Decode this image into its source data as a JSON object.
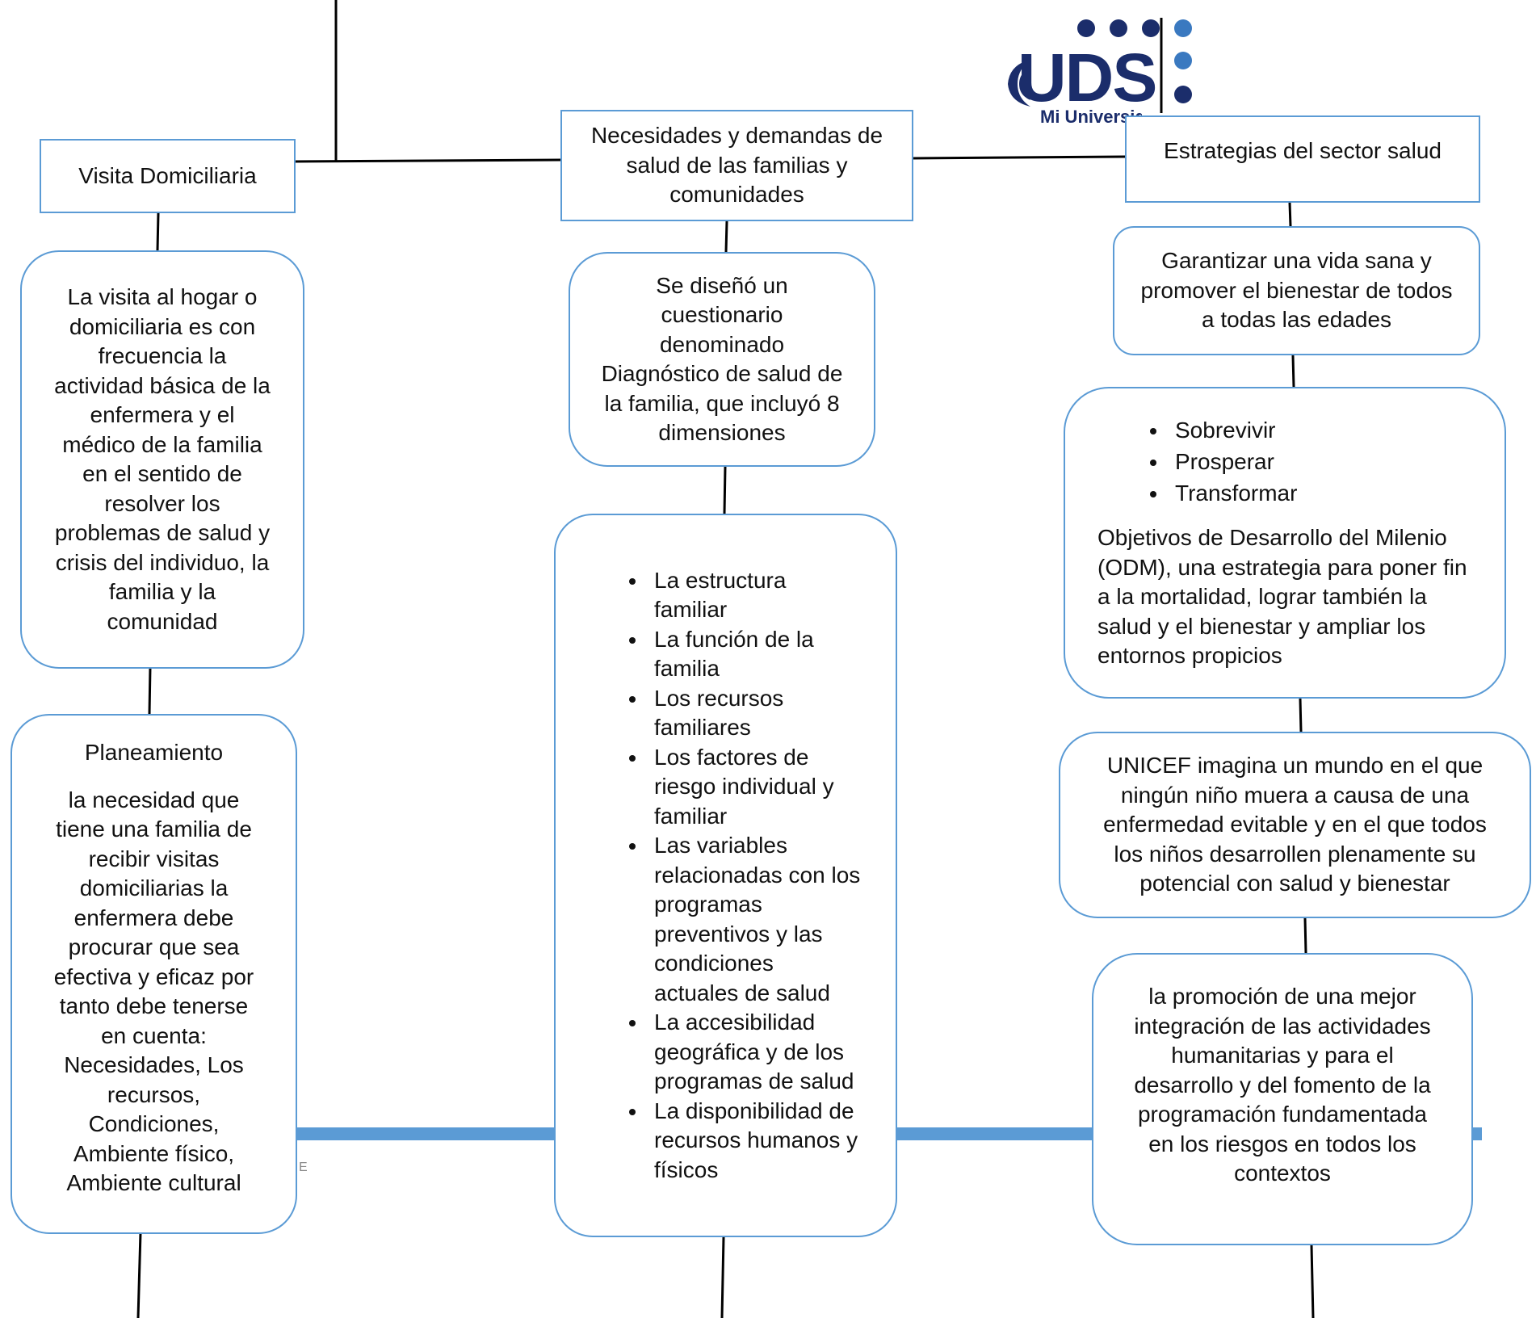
{
  "logo": {
    "word": "UDS",
    "tagline": "Mi Universidad",
    "colors": {
      "dark": "#1b2d6b",
      "light": "#3a79c0"
    }
  },
  "colors": {
    "border": "#5b9bd5",
    "line": "#000000",
    "bar": "#5b9bd5"
  },
  "stray_mark": "E",
  "left": {
    "header": "Visita Domiciliaria",
    "description": "La visita al hogar o domiciliaria es con frecuencia la actividad básica de la enfermera y el médico de la familia en el sentido de resolver los problemas de salud y crisis del individuo, la familia y la comunidad",
    "planning_title": "Planeamiento",
    "planning_text": "la necesidad que tiene una familia de recibir visitas domiciliarias la enfermera debe procurar que sea efectiva y eficaz por tanto debe tenerse en cuenta: Necesidades, Los recursos, Condiciones, Ambiente físico, Ambiente cultural"
  },
  "center": {
    "header": "Necesidades y demandas de salud de las familias y comunidades",
    "description": "Se diseñó un cuestionario denominado Diagnóstico de salud de la familia, que incluyó 8 dimensiones",
    "dimensions": [
      "La estructura familiar",
      "La función de la familia",
      "Los recursos familiares",
      "Los factores de riesgo individual y familiar",
      "Las variables relacionadas con los programas preventivos y las condiciones actuales de salud",
      "La accesibilidad geográfica y de los programas de salud",
      "La disponibilidad de recursos humanos y físicos"
    ]
  },
  "right": {
    "header": "Estrategias del sector salud",
    "goal": "Garantizar una vida sana y promover el bienestar de todos a todas las edades",
    "pillars": [
      "Sobrevivir",
      "Prosperar",
      "Transformar"
    ],
    "odm_text": "Objetivos de Desarrollo del Milenio (ODM), una estrategia para poner fin a la mortalidad, lograr también la salud y el bienestar y ampliar los entornos propicios",
    "unicef_text": "UNICEF imagina un mundo en el que ningún niño muera a causa de una enfermedad evitable y en el que todos los niños desarrollen plenamente su potencial con salud y bienestar",
    "promotion_text": "la promoción de una mejor integración de las actividades humanitarias y para el desarrollo y del fomento de la programación fundamentada en los riesgos en todos los contextos"
  }
}
